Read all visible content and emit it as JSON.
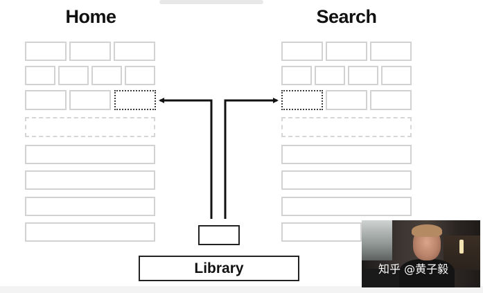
{
  "home": {
    "title": "Home"
  },
  "search": {
    "title": "Search"
  },
  "library": {
    "label": "Library"
  },
  "video": {
    "watermark": "知乎 @黄子毅"
  }
}
